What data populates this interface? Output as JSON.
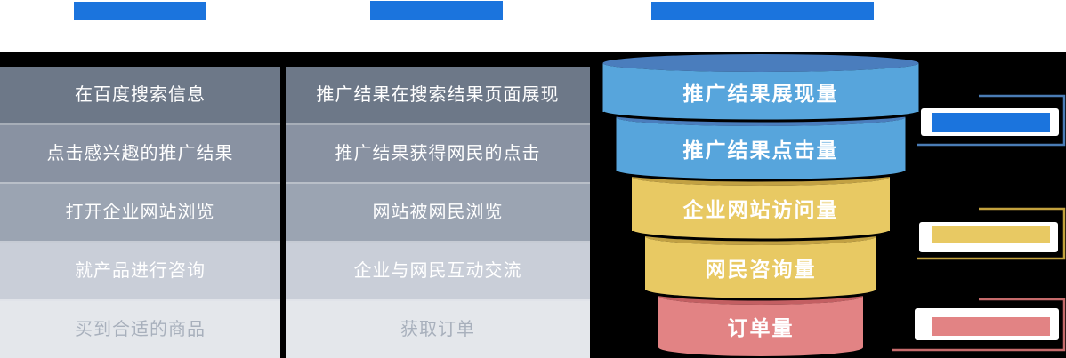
{
  "header": {
    "bars": [
      {
        "color": "#1b74dd"
      },
      {
        "color": "#1b74dd"
      },
      {
        "color": "#1b74dd"
      }
    ]
  },
  "steps": {
    "user_actions": [
      "在百度搜索信息",
      "点击感兴趣的推广结果",
      "打开企业网站浏览",
      "就产品进行咨询",
      "买到合适的商品"
    ],
    "promotion_results": [
      "推广结果在搜索结果页面展现",
      "推广结果获得网民的点击",
      "网站被网民浏览",
      "企业与网民互动交流",
      "获取订单"
    ],
    "row_colors": [
      "#6d7888",
      "#8992a2",
      "#9ba4b2",
      "#c9ced8",
      "#e4e7eb"
    ],
    "last_row_text_color": "#a8b0bc"
  },
  "funnel": {
    "tiers": [
      {
        "label": "推广结果展现量",
        "body_color": "#57a5dc",
        "top_color": "#4a7dbd"
      },
      {
        "label": "推广结果点击量",
        "body_color": "#57a5dc",
        "top_color": "#4a7dbd"
      },
      {
        "label": "企业网站访问量",
        "body_color": "#e8c963",
        "top_color": "#c2a143"
      },
      {
        "label": "网民咨询量",
        "body_color": "#e8c963",
        "top_color": "#c2a143"
      },
      {
        "label": "订单量",
        "body_color": "#e28384",
        "top_color": "#c35f62"
      }
    ]
  },
  "legend": {
    "items": [
      {
        "swatch_color": "#1b74dd",
        "line_color": "#4a7cb5"
      },
      {
        "swatch_color": "#e8c963",
        "line_color": "#c3a23e"
      },
      {
        "swatch_color": "#e28384",
        "line_color": "#c66b6c"
      }
    ]
  }
}
